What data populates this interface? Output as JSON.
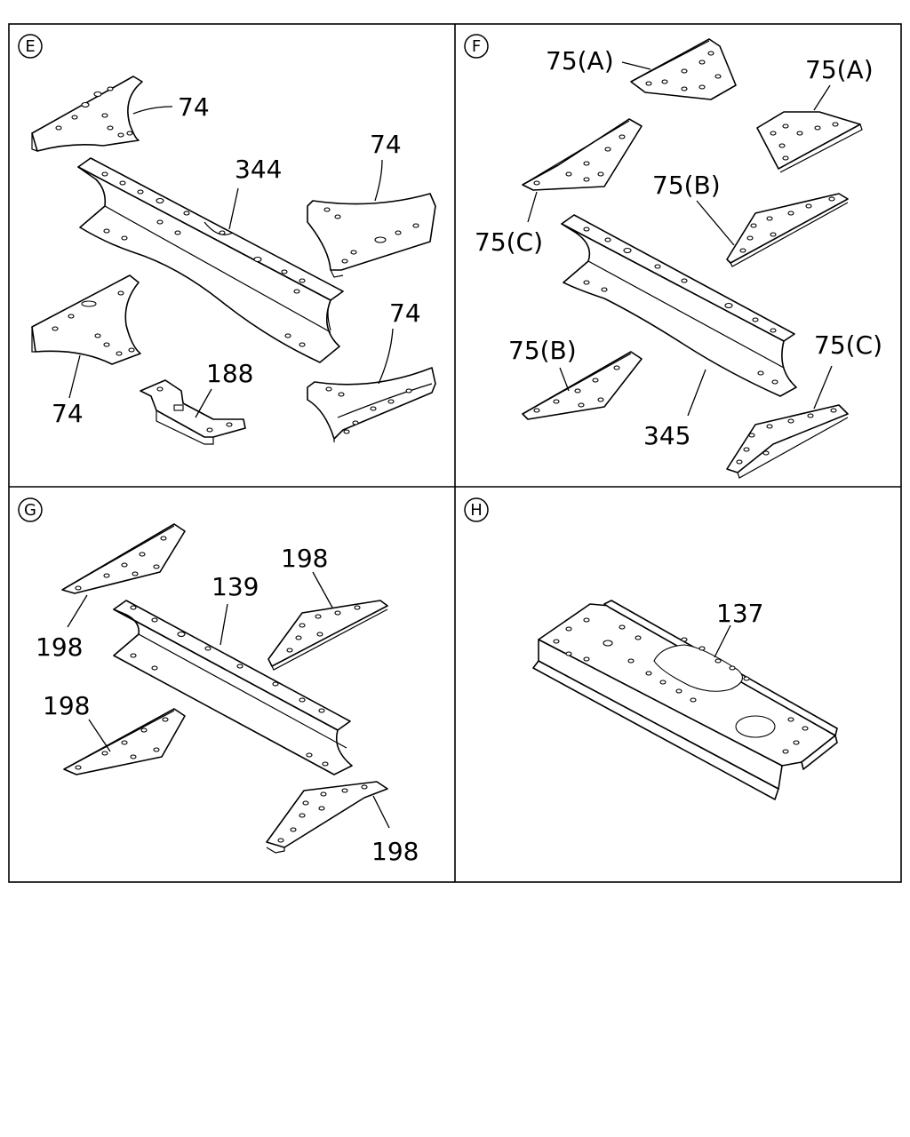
{
  "sections": [
    {
      "id": "E",
      "letter": "E",
      "callouts": [
        "74",
        "344",
        "74",
        "74",
        "188",
        "74"
      ]
    },
    {
      "id": "F",
      "letter": "F",
      "callouts": [
        "75(A)",
        "75(A)",
        "75(B)",
        "75(C)",
        "75(B)",
        "75(C)",
        "345"
      ]
    },
    {
      "id": "G",
      "letter": "G",
      "callouts": [
        "198",
        "139",
        "198",
        "198",
        "198"
      ]
    },
    {
      "id": "H",
      "letter": "H",
      "callouts": [
        "137"
      ]
    }
  ]
}
